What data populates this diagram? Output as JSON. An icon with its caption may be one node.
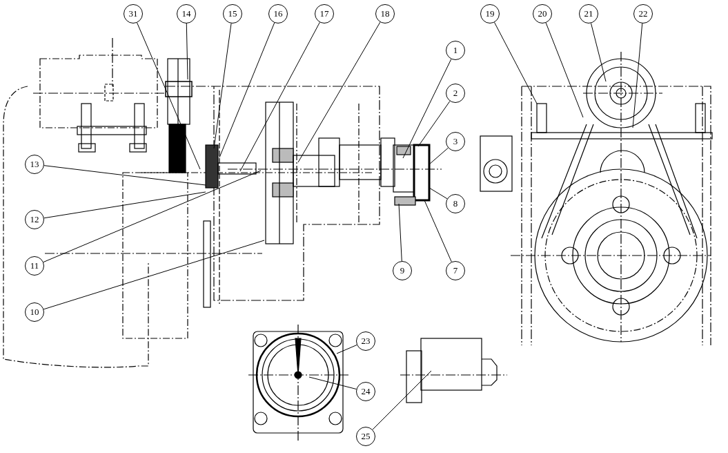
{
  "diagram": {
    "nodes": [
      {
        "text": [
          "31"
        ]
      },
      {
        "text": [
          "14"
        ]
      },
      {
        "text": [
          "15"
        ]
      },
      {
        "text": [
          "16"
        ]
      },
      {
        "text": [
          "17"
        ]
      },
      {
        "text": [
          "18"
        ]
      },
      {
        "text": [
          "19"
        ]
      },
      {
        "text": [
          "20"
        ]
      },
      {
        "text": [
          "21"
        ]
      },
      {
        "text": [
          "22"
        ]
      },
      {
        "text": [
          "1"
        ]
      },
      {
        "text": [
          "2"
        ]
      },
      {
        "text": [
          "3"
        ]
      },
      {
        "text": [
          "13"
        ]
      },
      {
        "text": [
          "8"
        ]
      },
      {
        "text": [
          "12"
        ]
      },
      {
        "text": [
          "9"
        ]
      },
      {
        "text": [
          "7"
        ]
      },
      {
        "text": [
          "11"
        ]
      },
      {
        "text": [
          "10"
        ]
      },
      {
        "text": [
          "23"
        ]
      },
      {
        "text": [
          "24"
        ]
      },
      {
        "text": [
          "25"
        ]
      }
    ],
    "edges": [
      {
        "from": 0,
        "to": null,
        "arrow": "none"
      },
      {
        "from": 1,
        "to": null,
        "arrow": "none"
      },
      {
        "from": 2,
        "to": null,
        "arrow": "none"
      },
      {
        "from": 3,
        "to": null,
        "arrow": "none"
      },
      {
        "from": 4,
        "to": null,
        "arrow": "none"
      },
      {
        "from": 5,
        "to": null,
        "arrow": "none"
      },
      {
        "from": 6,
        "to": null,
        "arrow": "none"
      },
      {
        "from": 7,
        "to": null,
        "arrow": "none"
      },
      {
        "from": 8,
        "to": null,
        "arrow": "none"
      },
      {
        "from": 9,
        "to": null,
        "arrow": "none"
      },
      {
        "from": 10,
        "to": null,
        "arrow": "none"
      },
      {
        "from": 11,
        "to": null,
        "arrow": "none"
      },
      {
        "from": 12,
        "to": null,
        "arrow": "none"
      },
      {
        "from": 13,
        "to": null,
        "arrow": "none"
      },
      {
        "from": 14,
        "to": null,
        "arrow": "none"
      },
      {
        "from": 15,
        "to": null,
        "arrow": "none"
      },
      {
        "from": 16,
        "to": null,
        "arrow": "none"
      },
      {
        "from": 17,
        "to": null,
        "arrow": "none"
      },
      {
        "from": 18,
        "to": null,
        "arrow": "none"
      },
      {
        "from": 19,
        "to": null,
        "arrow": "none"
      },
      {
        "from": 20,
        "to": null,
        "arrow": "none"
      },
      {
        "from": 21,
        "to": null,
        "arrow": "none"
      },
      {
        "from": 22,
        "to": null,
        "arrow": "none"
      }
    ]
  }
}
